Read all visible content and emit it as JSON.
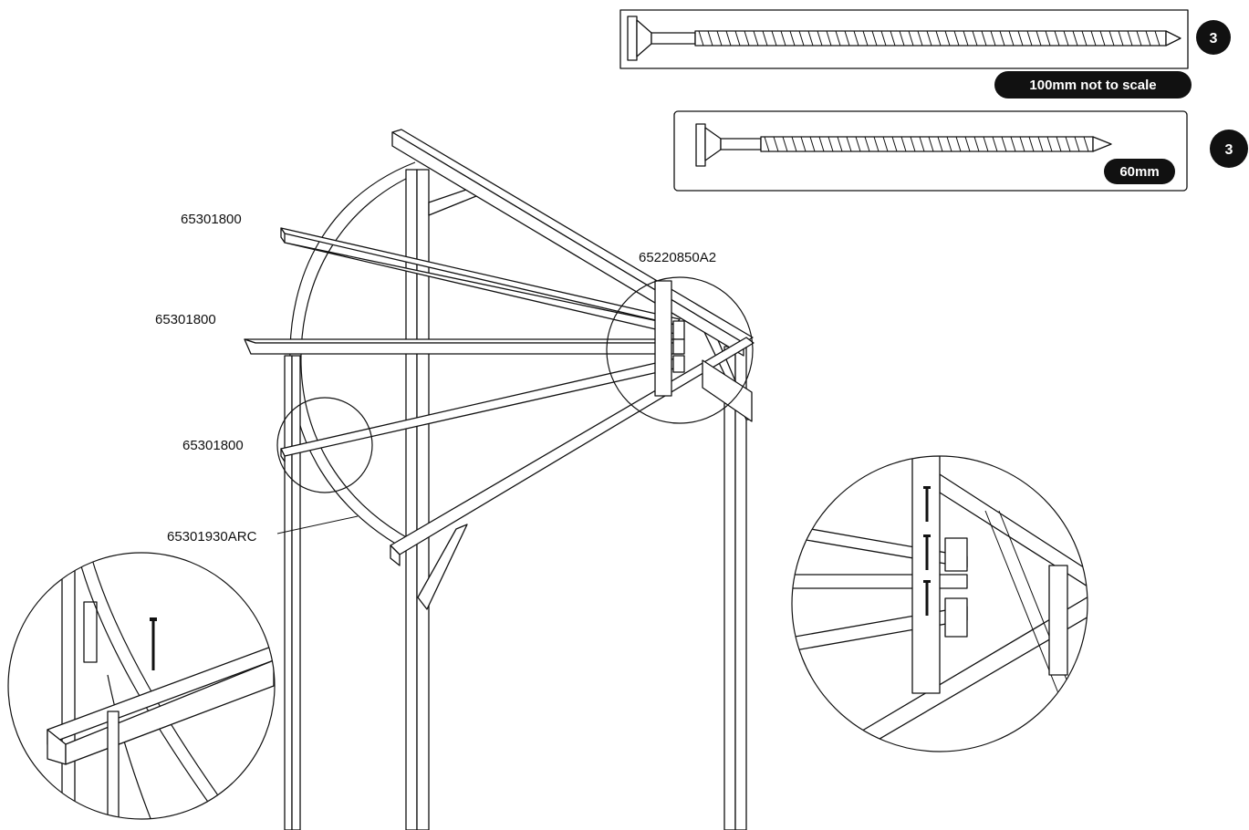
{
  "screw_long": {
    "length_label": "100mm not to scale",
    "quantity": "3"
  },
  "screw_short": {
    "length_label": "60mm",
    "quantity": "3"
  },
  "parts": {
    "rafter_top": "65301800",
    "rafter_middle": "65301800",
    "rafter_bottom": "65301800",
    "arc": "65301930ARC",
    "bracket": "65220850A2"
  },
  "colors": {
    "ink": "#111111",
    "paper": "#ffffff"
  }
}
